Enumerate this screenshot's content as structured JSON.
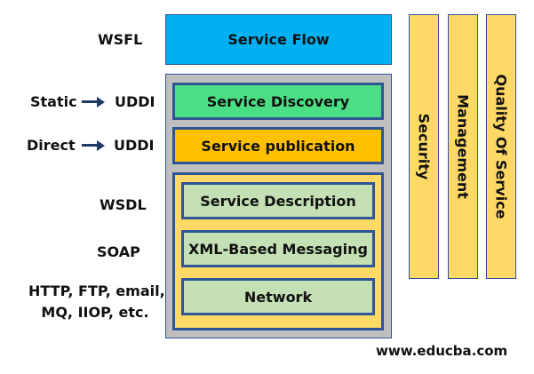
{
  "left_labels": {
    "wsfl": "WSFL",
    "static": "Static",
    "uddi_static": "UDDI",
    "direct": "Direct",
    "uddi_direct": "UDDI",
    "wsdl": "WSDL",
    "soap": "SOAP",
    "transport_line1": "HTTP, FTP, email,",
    "transport_line2": "MQ, IIOP, etc."
  },
  "stack": {
    "service_flow": "Service Flow",
    "service_discovery": "Service Discovery",
    "service_publication": "Service publication",
    "service_description": "Service Description",
    "xml_messaging": "XML-Based Messaging",
    "network": "Network"
  },
  "columns": {
    "security": "Security",
    "management": "Management",
    "quality": "Quality Of Service"
  },
  "colors": {
    "service_flow": "#00b0f0",
    "service_discovery": "#4cde84",
    "service_publication": "#ffc000",
    "core": "#ffd966",
    "inner": "#c5e0b4",
    "border": "#2f5597",
    "container": "#bfbfbf"
  },
  "footer": {
    "watermark": "www.educba.com"
  }
}
